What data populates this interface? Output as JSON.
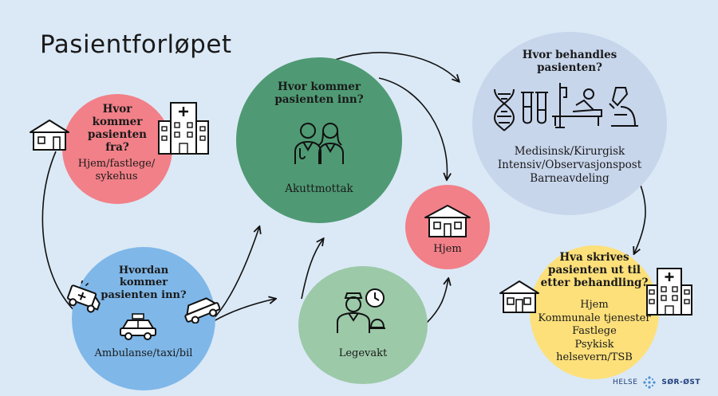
{
  "title": "Pasientforløpet",
  "colors": {
    "background": "#dbe9f6",
    "red": "#f28088",
    "green": "#4f9a74",
    "light_green": "#9cc9a8",
    "blue": "#7fb7e8",
    "lavender": "#c8d6ec",
    "yellow": "#fde07a"
  },
  "nodes": {
    "origin": {
      "heading": "Hvor kommer pasienten fra?",
      "body": "Hjem/fastlege/ sykehus"
    },
    "transport": {
      "heading": "Hvordan kommer pasienten inn?",
      "body": "Ambulanse/taxi/bil"
    },
    "arrival": {
      "heading": "Hvor kommer pasienten inn?",
      "body": "Akuttmottak"
    },
    "emergency": {
      "body": "Legevakt"
    },
    "home": {
      "body": "Hjem"
    },
    "treatment": {
      "heading": "Hvor behandles pasienten?",
      "items": [
        "Medisinsk/Kirurgisk",
        "Intensiv/Observasjonspost",
        "Barneavdeling"
      ]
    },
    "discharge": {
      "heading": "Hva skrives pasienten ut til etter behandling?",
      "items": [
        "Hjem",
        "Kommunale tjenester",
        "Fastlege",
        "Psykisk",
        "helsevern/TSB"
      ]
    }
  },
  "logo": {
    "left": "HELSE",
    "right": "SØR-ØST"
  },
  "icons": [
    "house-icon",
    "hospital-icon",
    "doctors-icon",
    "ambulance-icon",
    "taxi-icon",
    "car-icon",
    "nurse-icon",
    "clock-icon",
    "bell-icon",
    "dna-icon",
    "test-tubes-icon",
    "hospital-bed-icon",
    "microscope-icon"
  ]
}
